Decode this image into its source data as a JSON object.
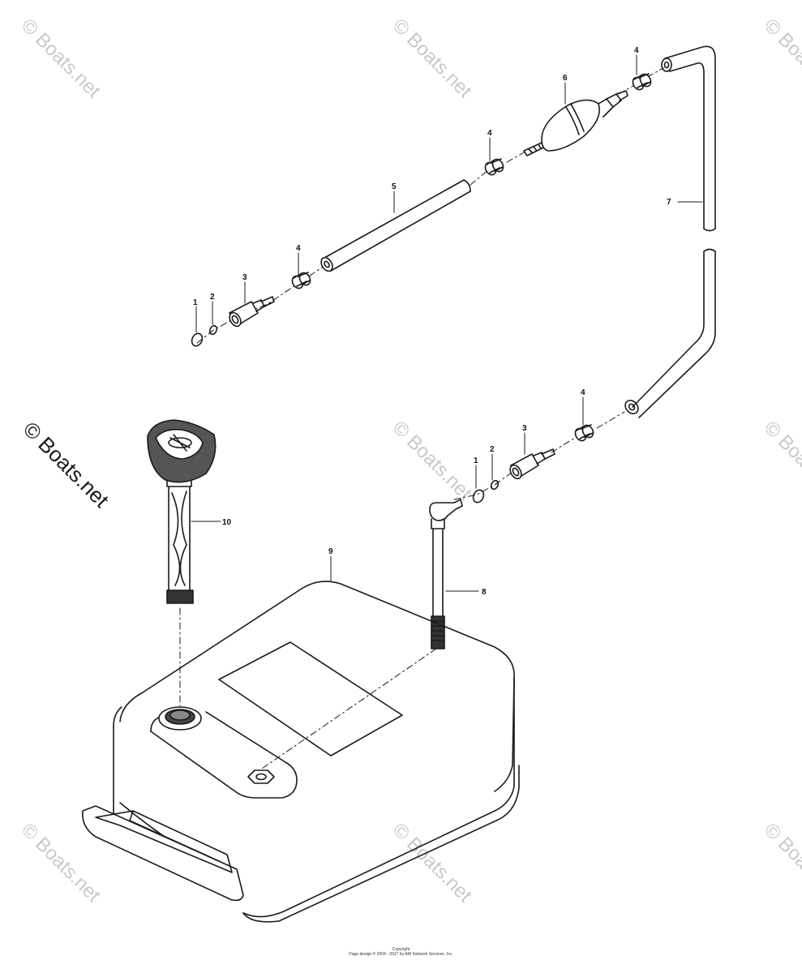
{
  "watermarks": {
    "faint": "© Boats.net",
    "bold": "© Boats.net"
  },
  "callouts": {
    "c1a": "1",
    "c2a": "2",
    "c3a": "3",
    "c4a": "4",
    "c5": "5",
    "c4b": "4",
    "c6": "6",
    "c4c": "4",
    "c7": "7",
    "c1b": "1",
    "c2b": "2",
    "c3b": "3",
    "c4d": "4",
    "c8": "8",
    "c9": "9",
    "c10": "10"
  },
  "footer": {
    "line1": "Copyright",
    "line2": "Page design © 2004 - 2017 by ARI Network Services, Inc."
  }
}
